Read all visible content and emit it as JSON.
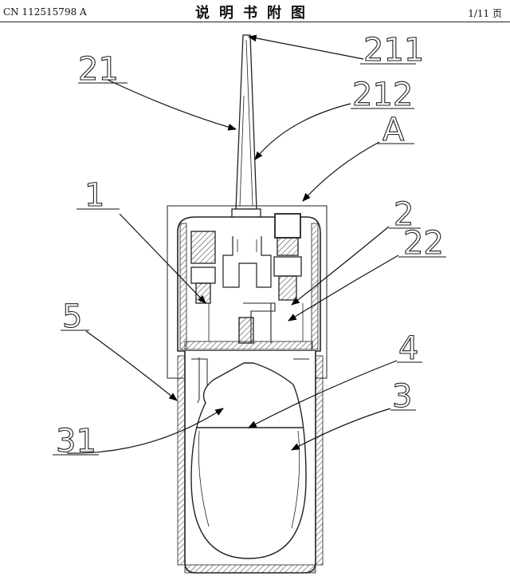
{
  "header": {
    "patent_number": "CN 112515798 A",
    "title": "说明书附图",
    "page": "1/11 页"
  },
  "labels": {
    "l211": "211",
    "l21": "21",
    "l212": "212",
    "lA": "A",
    "l1": "1",
    "l2": "2",
    "l22": "22",
    "l5": "5",
    "l4": "4",
    "l3": "3",
    "l31": "31"
  }
}
